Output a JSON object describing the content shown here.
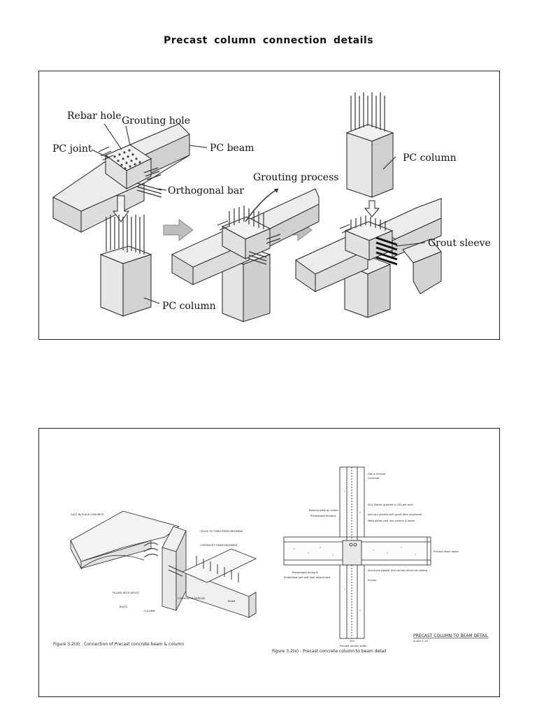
{
  "page": {
    "title": "Precast column connection details"
  },
  "figure_top": {
    "labels": {
      "rebar_hole": "Rebar hole",
      "grouting_hole": "Grouting hole",
      "pc_joint": "PC joint",
      "pc_beam": "PC beam",
      "orthogonal_bar": "Orthogonal bar",
      "pc_column_bottom": "PC column",
      "grouting_process": "Grouting process",
      "pc_column_top": "PC column",
      "grout_sleeve": "Grout sleeve"
    }
  },
  "figure_bottom": {
    "left": {
      "cast_in_place": "CAST IN PLACE CONCRETE",
      "holes": "HOLES TO FIXED REINFORCEMENT",
      "continuity": "CONTINUITY REINFORCEMENT",
      "filling": "FILLING WITH GROUT",
      "bolts": "BOLTS",
      "column": "COLUMN",
      "cushion": "CUSHION OF MORTAR",
      "beam": "BEAM",
      "caption": "Figure 3.2(d) : Connection of Precast concrete beam & column"
    },
    "right": {
      "grout_channel": "Grout channel",
      "concrete": "Concrete",
      "bars": "Ø12 Starter grouted in 250 per duct",
      "bearing": "Bearing pads on corbel",
      "prestressed_top": "Prestressed tendons",
      "joint_dry": "Joint dry packed with grout after alignment",
      "weld": "Weld plates cast into column & beam",
      "beam_depth": "Precast beam depth",
      "prestressed_bottom": "Prestressed tendons",
      "embedded": "Embedded part with bolt attachment",
      "structural_washer": "Structural washer and rod bar structural bolted",
      "anchor": "Anchor",
      "col_width": "Precast column width",
      "title": "PRECAST COLUMN TO BEAM DETAIL",
      "scale": "SCALE 1:15",
      "dim_small": "250",
      "caption": "Figure 3.2(e) : Precast concrete column to beam detail"
    }
  }
}
